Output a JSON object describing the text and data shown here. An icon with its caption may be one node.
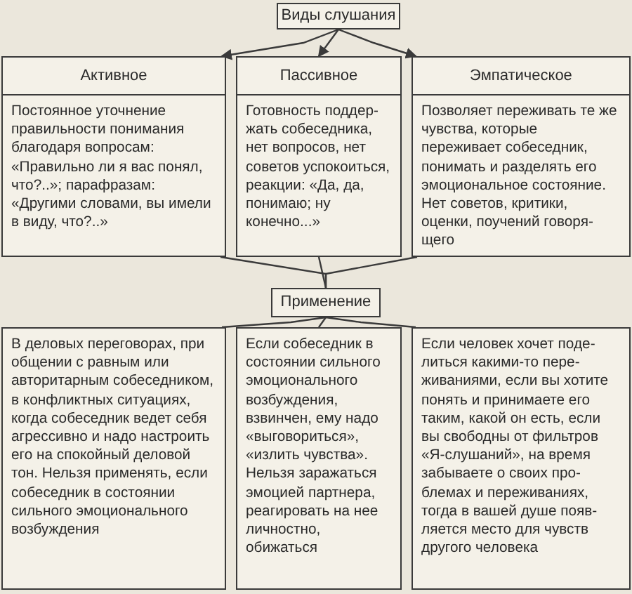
{
  "diagram": {
    "nodes": [
      {
        "text": [
          "Виды слушания"
        ]
      },
      {
        "text": [
          "Активное",
          "Постоянное уточнение правильности понимания благодаря вопросам: «Правильно ли я вас понял, что?..»; парафразам: «Другими словами, вы имели в виду, что?..»"
        ]
      },
      {
        "text": [
          "Пассивное",
          "Готовность поддер- жать собеседника, нет вопросов, нет советов успокоиться, реакции: «Да, да, понимаю; ну конечно...»"
        ]
      },
      {
        "text": [
          "Эмпатическое",
          "Позволяет переживать те же чувства, которые переживает собеседник, понимать и разделять его эмоциональное состояние. Нет советов, критики, оценки, поучений говоря- щего"
        ]
      },
      {
        "text": [
          "Применение"
        ]
      },
      {
        "text": [
          "В деловых переговорах, при общении с равным или авторитарным собеседником, в конфликтных ситуациях, когда собеседник ведет себя агрессивно и надо настроить его на спокойный деловой тон. Нельзя применять, если собеседник в состоянии сильного эмоционального возбуждения"
        ]
      },
      {
        "text": [
          "Если собеседник в состоянии сильного эмоционального возбуждения, взвинчен, ему надо «выговориться», «излить чувства». Нельзя заражаться эмоцией партнера, реагировать на нее личностно, обижаться"
        ]
      },
      {
        "text": [
          "Если человек хочет поде- литься какими-то пере- живаниями, если вы хотите понять и принимаете его таким, какой он есть, если вы свободны от фильтров «Я-слушаний», на время забываете о своих про- блемах и переживаниях, тогда в вашей душе появ- ляется место для чувств другого человека"
        ]
      }
    ],
    "edges": [
      {
        "from": 0,
        "to": 1,
        "arrow": "to"
      },
      {
        "from": 0,
        "to": 2,
        "arrow": "to"
      },
      {
        "from": 0,
        "to": 3,
        "arrow": "to"
      },
      {
        "from": 1,
        "to": 4,
        "arrow": "none"
      },
      {
        "from": 2,
        "to": 4,
        "arrow": "none"
      },
      {
        "from": 3,
        "to": 4,
        "arrow": "none"
      },
      {
        "from": 4,
        "to": 5,
        "arrow": "none"
      },
      {
        "from": 4,
        "to": 6,
        "arrow": "none"
      },
      {
        "from": 4,
        "to": 7,
        "arrow": "none"
      }
    ]
  }
}
